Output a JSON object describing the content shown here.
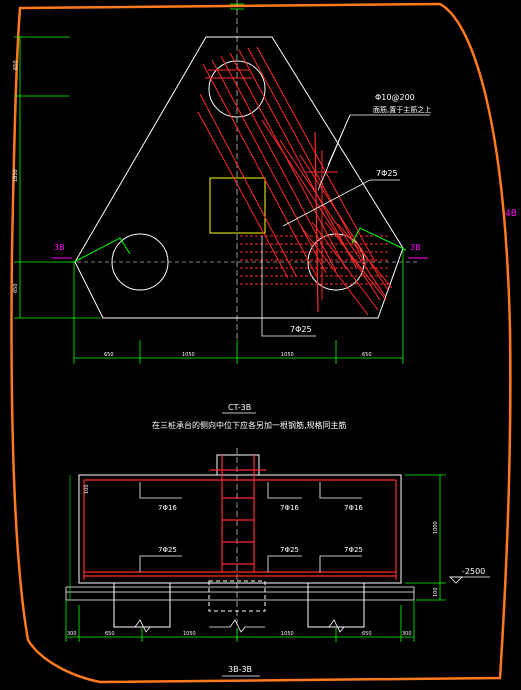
{
  "colors": {
    "background": "#000000",
    "outline": "#ffffff",
    "rebar": "#ff2a2a",
    "dimension": "#00ff00",
    "section_mark": "#ff00ff",
    "cloud": "#ff7a1a",
    "column": "#ffff00"
  },
  "plan": {
    "callout_stirrup_line1": "Φ10@200",
    "callout_stirrup_line2": "面筋,置于主筋之上",
    "callout_top_bar": "7Φ25",
    "callout_bottom_bar": "7Φ25",
    "section_mark_left": "3B",
    "section_mark_right": "3B",
    "edge_mark": "4B",
    "dim_bottom": [
      "650",
      "1050",
      "1050",
      "650"
    ],
    "dim_left": [
      "650",
      "1850",
      "650"
    ],
    "title": "CT-3B",
    "note": "在三桩承台的侧向中位下应各另加一根钢筋,规格同主筋"
  },
  "section": {
    "bar_labels_top": [
      "7Φ16",
      "7Φ16",
      "7Φ16"
    ],
    "bar_labels_mid": [
      "7Φ25",
      "7Φ25",
      "7Φ25"
    ],
    "dim_bottom": [
      "300",
      "650",
      "1050",
      "1050",
      "650",
      "300"
    ],
    "dim_right": [
      "1000",
      "100"
    ],
    "dim_left": "100",
    "elevation": "-2500",
    "title": "3B-3B"
  }
}
